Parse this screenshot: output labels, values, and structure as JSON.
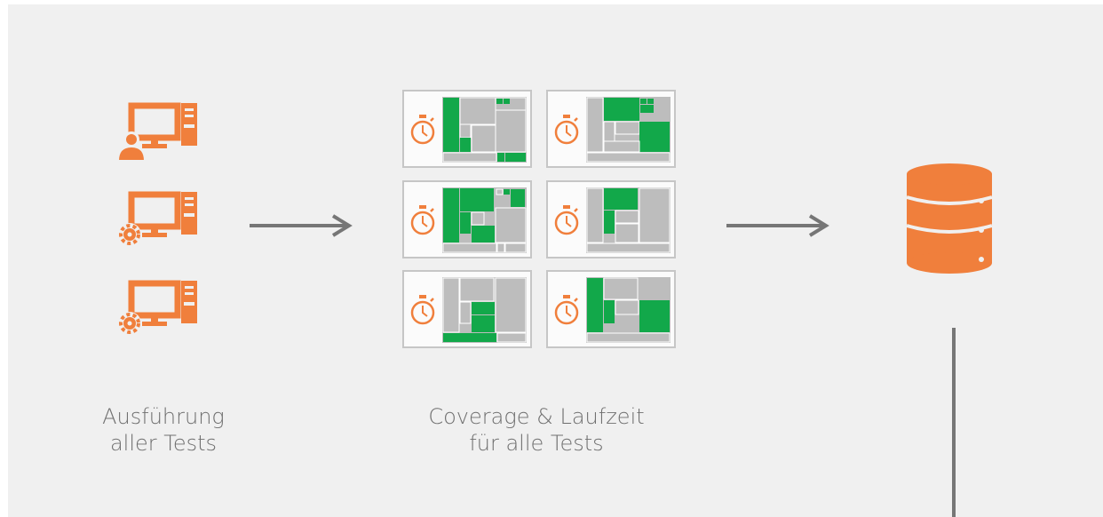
{
  "diagram": {
    "colors": {
      "background": "#f0f0f0",
      "accent_orange": "#f07f3c",
      "coverage_green": "#12a84a",
      "uncovered_gray": "#bdbdbd",
      "arrow_gray": "#767676",
      "text_gray": "#6f6f6f"
    },
    "stages": [
      {
        "id": "execution",
        "label": "Ausführung\naller Tests",
        "icons": [
          "user-computer-icon",
          "gear-computer-icon",
          "gear-computer-icon"
        ]
      },
      {
        "id": "coverage",
        "label": "Coverage & Laufzeit\nfür alle Tests",
        "icons": [
          "stopwatch-icon",
          "treemap-icon"
        ],
        "cards": 6
      },
      {
        "id": "storage",
        "label": "",
        "icons": [
          "database-icon"
        ]
      }
    ]
  }
}
